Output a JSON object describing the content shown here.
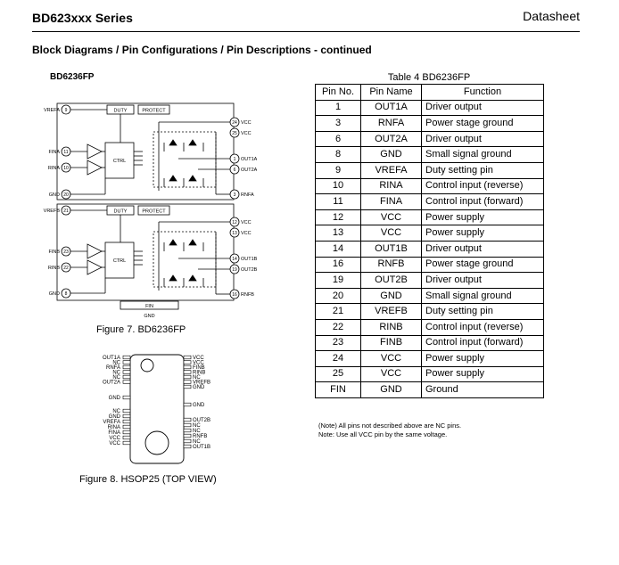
{
  "header": {
    "series": "BD623xxx Series",
    "doc_type": "Datasheet"
  },
  "section_title": "Block Diagrams / Pin Configurations / Pin Descriptions - continued",
  "part_name": "BD6236FP",
  "block_diagram": {
    "left_pins": [
      {
        "num": "9",
        "name": "VREFA"
      },
      {
        "num": "11",
        "name": "FINA"
      },
      {
        "num": "10",
        "name": "RINA"
      },
      {
        "num": "20",
        "name": "GND"
      },
      {
        "num": "21",
        "name": "VREFB"
      },
      {
        "num": "23",
        "name": "FINB"
      },
      {
        "num": "22",
        "name": "RINB"
      },
      {
        "num": "8",
        "name": "GND"
      }
    ],
    "right_pins": [
      {
        "num": "24",
        "name": "VCC"
      },
      {
        "num": "25",
        "name": "VCC"
      },
      {
        "num": "1",
        "name": "OUT1A"
      },
      {
        "num": "6",
        "name": "OUT2A"
      },
      {
        "num": "3",
        "name": "RNFA"
      },
      {
        "num": "12",
        "name": "VCC"
      },
      {
        "num": "13",
        "name": "VCC"
      },
      {
        "num": "14",
        "name": "OUT1B"
      },
      {
        "num": "19",
        "name": "OUT2B"
      },
      {
        "num": "16",
        "name": "RNFB"
      }
    ],
    "duty_label": "DUTY",
    "protect_label": "PROTECT",
    "ctrl_label": "CTRL",
    "fin_label": "FIN",
    "gnd_label": "GND"
  },
  "figure7_caption": "Figure 7. BD6236FP",
  "package": {
    "left_labels": [
      "OUT1A",
      "NC",
      "RNFA",
      "NC",
      "NC",
      "OUT2A",
      "GND",
      "NC",
      "GND",
      "VREFA",
      "RINA",
      "FINA",
      "VCC",
      "VCC"
    ],
    "right_labels": [
      "VCC",
      "VCC",
      "FINB",
      "RINB",
      "NC",
      "VREFB",
      "GND",
      "GND",
      "OUT2B",
      "NC",
      "NC",
      "RNFB",
      "NC",
      "OUT1B"
    ]
  },
  "figure8_caption": "Figure 8. HSOP25 (TOP VIEW)",
  "table": {
    "caption": "Table 4   BD6236FP",
    "headers": [
      "Pin No.",
      "Pin Name",
      "Function"
    ],
    "rows": [
      [
        "1",
        "OUT1A",
        "Driver output"
      ],
      [
        "3",
        "RNFA",
        "Power stage ground"
      ],
      [
        "6",
        "OUT2A",
        "Driver output"
      ],
      [
        "8",
        "GND",
        "Small signal ground"
      ],
      [
        "9",
        "VREFA",
        "Duty setting pin"
      ],
      [
        "10",
        "RINA",
        "Control input (reverse)"
      ],
      [
        "11",
        "FINA",
        "Control input (forward)"
      ],
      [
        "12",
        "VCC",
        "Power supply"
      ],
      [
        "13",
        "VCC",
        "Power supply"
      ],
      [
        "14",
        "OUT1B",
        "Driver output"
      ],
      [
        "16",
        "RNFB",
        "Power stage ground"
      ],
      [
        "19",
        "OUT2B",
        "Driver output"
      ],
      [
        "20",
        "GND",
        "Small signal ground"
      ],
      [
        "21",
        "VREFB",
        "Duty setting pin"
      ],
      [
        "22",
        "RINB",
        "Control input (reverse)"
      ],
      [
        "23",
        "FINB",
        "Control input (forward)"
      ],
      [
        "24",
        "VCC",
        "Power supply"
      ],
      [
        "25",
        "VCC",
        "Power supply"
      ],
      [
        "FIN",
        "GND",
        "Ground"
      ]
    ]
  },
  "notes": [
    "(Note) All pins not described above are NC pins.",
    "Note: Use all VCC pin by the same voltage."
  ]
}
